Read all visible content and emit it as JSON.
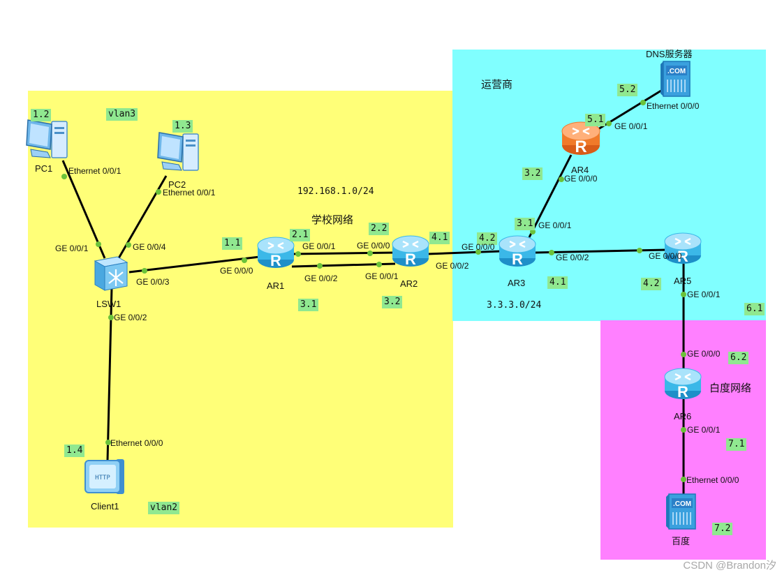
{
  "colors": {
    "school_zone": "#ffff78",
    "isp_zone": "#80ffff",
    "baidu_zone": "#ff80ff",
    "router_blue": "#3bb8e8",
    "router_dns": "#f07a2a",
    "ip_tag": "#90e890",
    "link": "#000000",
    "port_dot": "#6bc23a"
  },
  "zones": {
    "school_name": "学校网络",
    "school_network": "192.168.1.0/24",
    "isp_name": "运营商",
    "isp_network": "3.3.3.0/24",
    "baidu_name": "白度网络"
  },
  "vlans": {
    "vlan3": "vlan3",
    "vlan2": "vlan2"
  },
  "devices": {
    "pc1": {
      "name": "PC1",
      "icon": "pc-icon"
    },
    "pc2": {
      "name": "PC2",
      "icon": "pc-icon"
    },
    "lsw1": {
      "name": "LSW1",
      "icon": "switch-icon"
    },
    "client1": {
      "name": "Client1",
      "icon": "http-client-icon"
    },
    "ar1": {
      "name": "AR1",
      "icon": "router-icon"
    },
    "ar2": {
      "name": "AR2",
      "icon": "router-icon"
    },
    "ar3": {
      "name": "AR3",
      "icon": "router-icon"
    },
    "ar4": {
      "name": "AR4",
      "icon": "router-icon"
    },
    "ar5": {
      "name": "AR5",
      "icon": "router-icon"
    },
    "ar6": {
      "name": "AR6",
      "icon": "router-icon"
    },
    "dns": {
      "name": "DNS服务器",
      "icon": "server-icon",
      "badge": ".COM"
    },
    "baidu": {
      "name": "百度",
      "icon": "server-icon",
      "badge": ".COM"
    }
  },
  "client_badge": "HTTP",
  "ip_tags": {
    "pc1": "1.2",
    "pc2": "1.3",
    "ar1_g0": "1.1",
    "client1": "1.4",
    "ar1_g1": "2.1",
    "ar2_g0": "2.2",
    "ar1_g2": "3.1",
    "ar2_g1": "3.2",
    "ar2_g2": "4.1",
    "ar3_g0": "4.2",
    "ar3_g1": "3.1",
    "ar4_g0": "3.2",
    "ar4_g1": "5.1",
    "dns": "5.2",
    "ar3_g2": "4.1",
    "ar5_g0": "4.2",
    "ar5_g1": "6.1",
    "ar6_g0": "6.2",
    "ar6_g1": "7.1",
    "baidu": "7.2"
  },
  "ports": {
    "pc1_eth": "Ethernet 0/0/1",
    "pc2_eth": "Ethernet 0/0/1",
    "lsw1_g1": "GE 0/0/1",
    "lsw1_g4": "GE 0/0/4",
    "lsw1_g3": "GE 0/0/3",
    "lsw1_g2": "GE 0/0/2",
    "client1_eth": "Ethernet 0/0/0",
    "ar1_g0": "GE 0/0/0",
    "ar1_g1": "GE 0/0/1",
    "ar1_g2": "GE 0/0/2",
    "ar2_g0": "GE 0/0/0",
    "ar2_g1": "GE 0/0/1",
    "ar2_g2": "GE 0/0/2",
    "ar3_g0": "GE 0/0/0",
    "ar3_g1": "GE 0/0/1",
    "ar3_g2": "GE 0/0/2",
    "ar4_g0": "GE 0/0/0",
    "ar4_g1": "GE 0/0/1",
    "dns_eth": "Ethernet 0/0/0",
    "ar5_g0": "GE 0/0/0",
    "ar5_g1": "GE 0/0/1",
    "ar6_g0": "GE 0/0/0",
    "ar6_g1": "GE 0/0/1",
    "baidu_eth": "Ethernet 0/0/0"
  },
  "watermark": "CSDN @Brandon汐"
}
